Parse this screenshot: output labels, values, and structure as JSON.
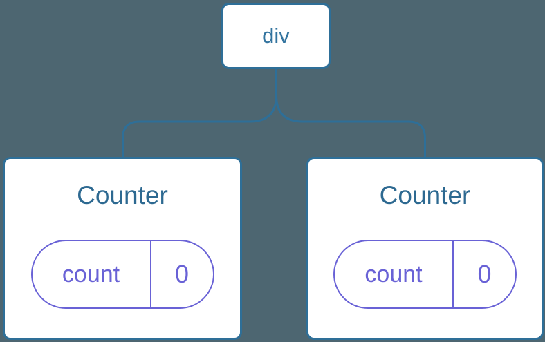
{
  "colors": {
    "canvas_bg": "#4d6671",
    "node_border": "#2e6f98",
    "node_bg": "#ffffff",
    "tag_text": "#33749f",
    "component_text": "#2d6991",
    "state_accent": "#6962d6",
    "connector": "#2e6f98"
  },
  "tree": {
    "root": {
      "label": "div"
    },
    "children": [
      {
        "label": "Counter",
        "state": {
          "key": "count",
          "value": "0"
        }
      },
      {
        "label": "Counter",
        "state": {
          "key": "count",
          "value": "0"
        }
      }
    ]
  }
}
